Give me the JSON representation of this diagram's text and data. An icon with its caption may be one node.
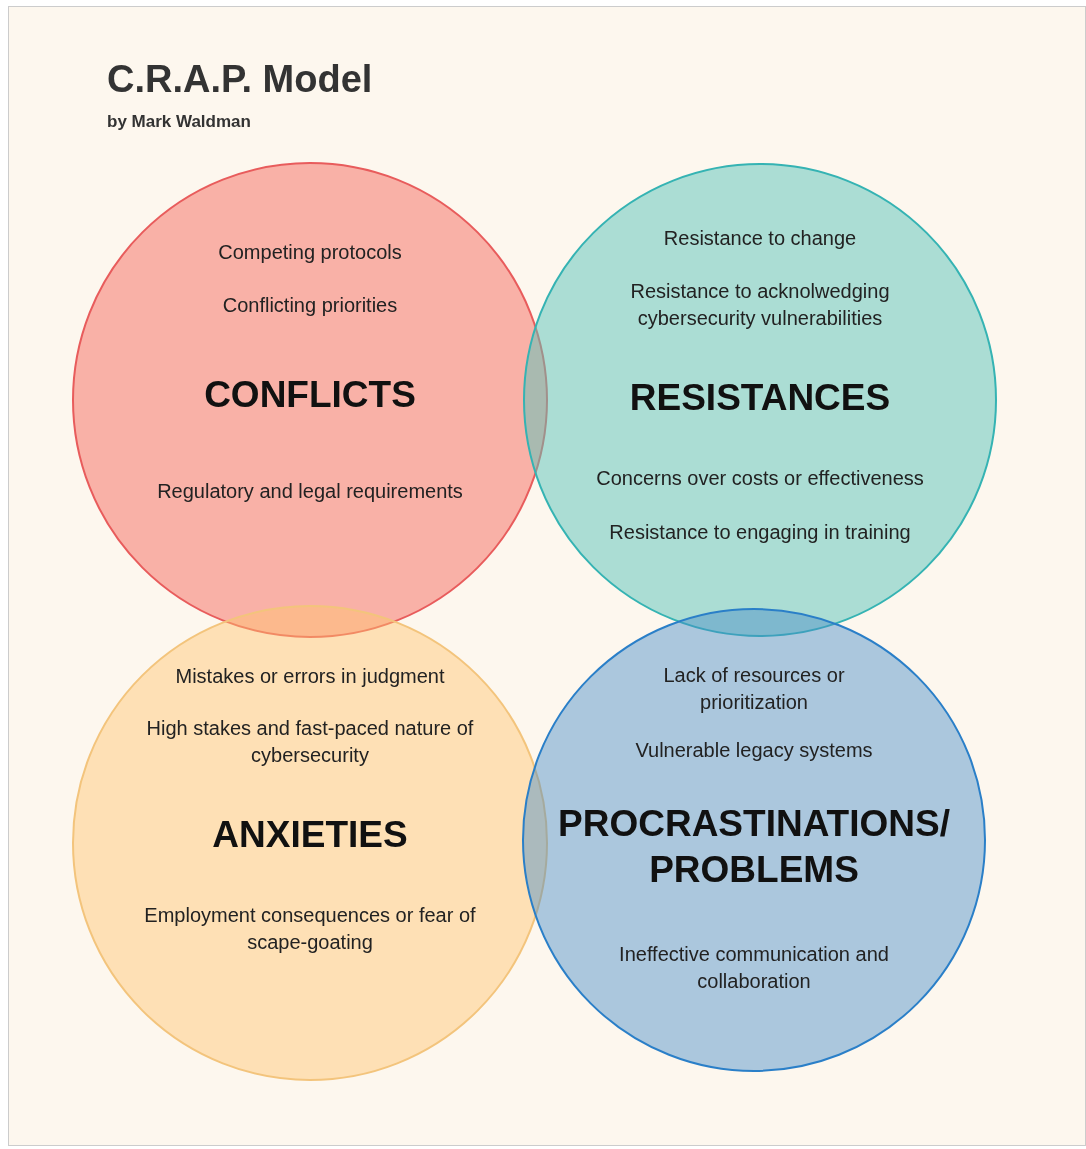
{
  "diagram": {
    "title": "C.R.A.P. Model",
    "nodes": [
      {
        "text": [
          "Competing protocols",
          "Conflicting priorities",
          "CONFLICTS",
          "Regulatory and legal requirements"
        ]
      },
      {
        "text": [
          "Resistance to change",
          "Resistance to acknolwedging cybersecurity vulnerabilities",
          "RESISTANCES",
          "Concerns over costs or effectiveness",
          "Resistance to engaging in training"
        ]
      },
      {
        "text": [
          "Mistakes or errors in judgment",
          "High stakes and fast-paced nature of cybersecurity",
          "ANXIETIES",
          "Employment consequences or fear of scape-goating"
        ]
      },
      {
        "text": [
          "Lack of resources or prioritization",
          "Vulnerable legacy systems",
          "PROCRASTINATIONS/ PROBLEMS",
          "Ineffective communication and collaboration"
        ]
      }
    ],
    "labels": [
      "by Mark Waldman"
    ]
  }
}
